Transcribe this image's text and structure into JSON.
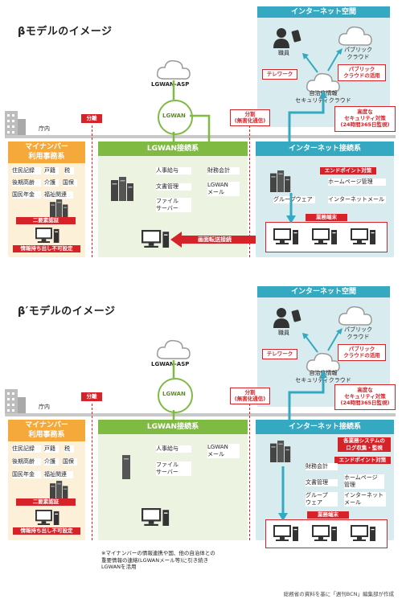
{
  "beta": {
    "title": "βモデルのイメージ",
    "internet_space": "インターネット空間",
    "staff": "職員",
    "public_cloud": "パブリック\nクラウド",
    "telework": "テレワーク",
    "public_cloud_use": "パブリック\nクラウドの活用",
    "security_cloud": "自治体情報\nセキュリティクラウド",
    "lgwan_asp": "LGWAN-ASP",
    "lgwan": "LGWAN",
    "building": "庁内",
    "split_left": "分離",
    "split_mid": "分割\n(無害化通信)",
    "high_security": "高度な\nセキュリティ対策\n(24時間365日監視)",
    "mynumber_title": "マイナンバー\n利用事務系",
    "mynumber_items": [
      "住民記録",
      "戸籍",
      "税",
      "後期高齢",
      "介護",
      "国保",
      "国民年金",
      "福祉関連"
    ],
    "two_factor": "二要素認証",
    "no_takeout": "情報持ち出し不可設定",
    "lgwan_zone": "LGWAN接続系",
    "lgwan_items": [
      "人事給与",
      "財務会計",
      "文書管理",
      "LGWAN\nメール",
      "ファイル\nサーバー"
    ],
    "screen_transfer": "画面転送接続",
    "internet_zone": "インターネット接続系",
    "endpoint": "エンドポイント対策",
    "homepage": "ホームページ管理",
    "groupware": "グループウェア",
    "internet_mail": "インターネットメール",
    "business_terminal": "業務端末"
  },
  "beta_prime": {
    "title": "β′モデルのイメージ",
    "internet_space": "インターネット空間",
    "staff": "職員",
    "public_cloud": "パブリック\nクラウド",
    "telework": "テレワーク",
    "public_cloud_use": "パブリック\nクラウドの活用",
    "security_cloud": "自治体情報\nセキュリティクラウド",
    "lgwan_asp": "LGWAN-ASP",
    "lgwan": "LGWAN",
    "building": "庁内",
    "split_left": "分離",
    "split_mid": "分割\n(無害化通信)",
    "high_security": "高度な\nセキュリティ対策\n(24時間365日監視)",
    "mynumber_title": "マイナンバー\n利用事務系",
    "mynumber_items": [
      "住民記録",
      "戸籍",
      "税",
      "後期高齢",
      "介護",
      "国保",
      "国民年金",
      "福祉関連"
    ],
    "two_factor": "二要素認証",
    "no_takeout": "情報持ち出し不可設定",
    "lgwan_zone": "LGWAN接続系",
    "lgwan_items": [
      "人事給与",
      "LGWAN\nメール",
      "ファイル\nサーバー"
    ],
    "internet_zone": "インターネット接続系",
    "log_monitor": "各業務システムの\nログ収集・監視",
    "endpoint": "エンドポイント対策",
    "internet_items": [
      "財務会計",
      "文書管理",
      "ホームページ\n管理",
      "グループ\nウェア",
      "インターネット\nメール"
    ],
    "business_terminal": "業務端末",
    "note": "※マイナンバーの情報連携や国、他の自治体との\n重要情報の連絡(LGWANメール等)に引き続き\nLGWANを活用"
  },
  "source": "総務省の資料を基に「週刊BCN」編集部が作成",
  "colors": {
    "orange": "#f6a93b",
    "orange_bg": "#fdf0d8",
    "green": "#7fba42",
    "green_bg": "#ecf4e1",
    "teal": "#35a9c1",
    "teal_bg": "#d8ecef",
    "red": "#d6232a"
  }
}
